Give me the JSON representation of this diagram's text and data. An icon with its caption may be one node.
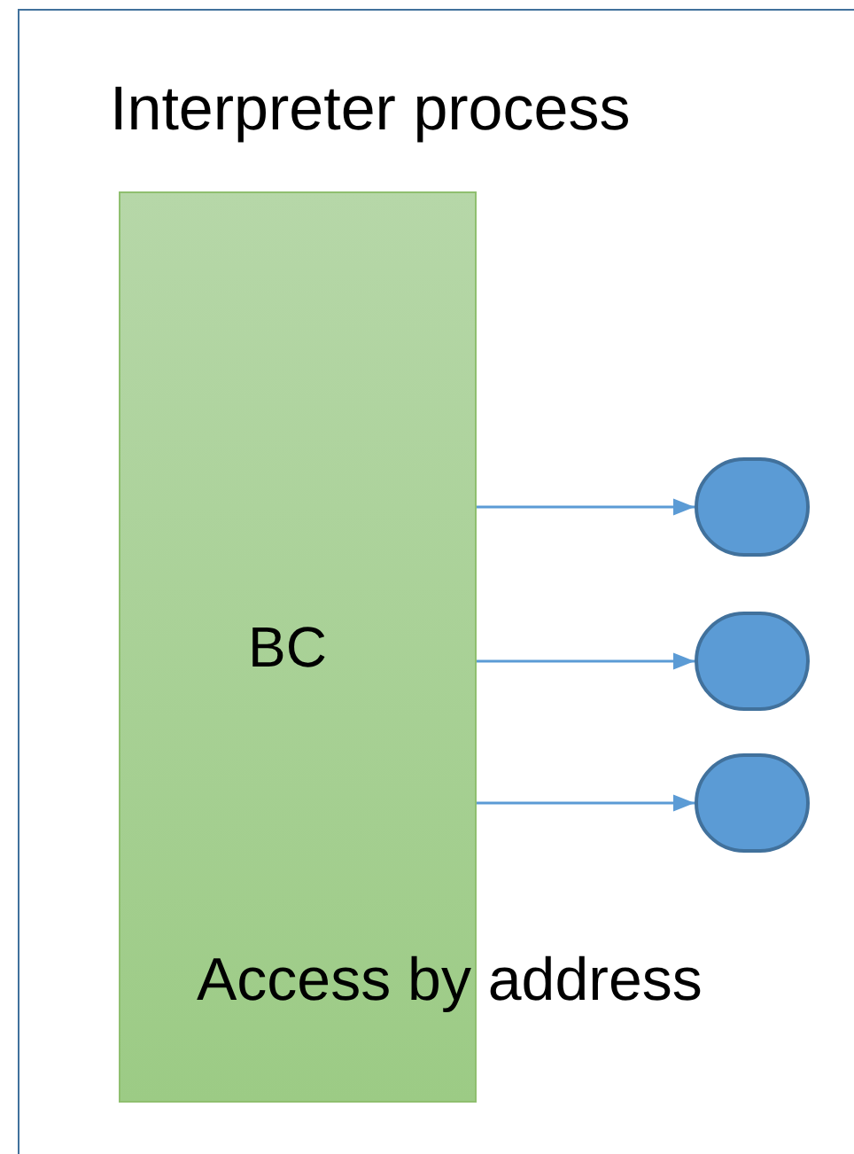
{
  "diagram": {
    "nodes": [
      {
        "text": [
          "Interpreter process"
        ]
      },
      {
        "text": [
          "BC"
        ],
        "in": 0
      },
      {
        "text": [],
        "shape": "circle",
        "in": 0
      },
      {
        "text": [],
        "shape": "circle",
        "in": 0
      },
      {
        "text": [],
        "shape": "circle",
        "in": 0
      }
    ],
    "edges": [
      {
        "from": 1,
        "to": 2,
        "arrow": "to"
      },
      {
        "from": 1,
        "to": 3,
        "arrow": "to"
      },
      {
        "from": 1,
        "to": 4,
        "arrow": "to"
      }
    ],
    "labels": [
      "Access by address"
    ]
  }
}
